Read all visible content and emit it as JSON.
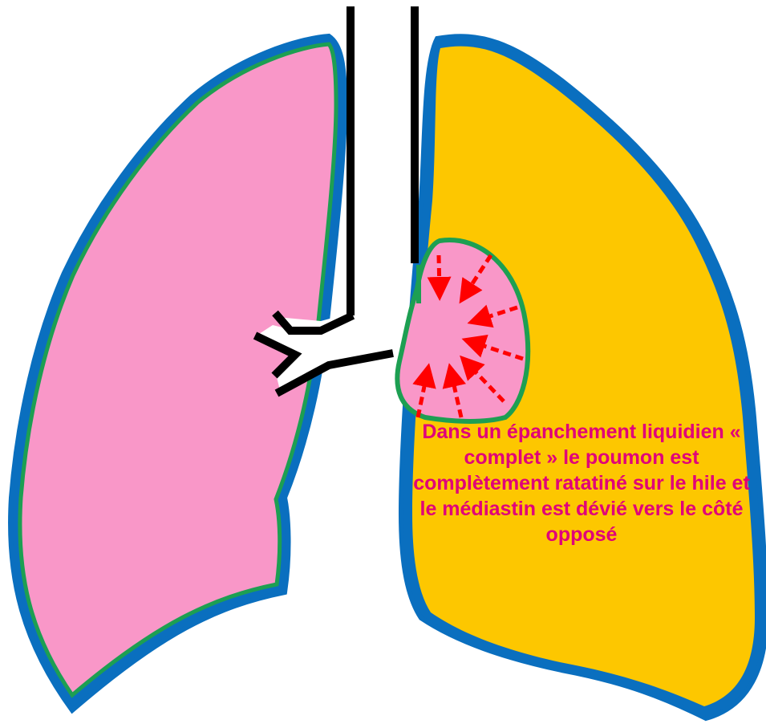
{
  "colors": {
    "pleura_outer": "#0a6fbf",
    "pleura_inner": "#1d9f52",
    "lung_tissue": "#f997c8",
    "effusion": "#fdc700",
    "arrow": "#ff0000",
    "airway": "#000000",
    "caption": "#e0007a"
  },
  "icons": {
    "right_lung": "normal-lung-shape",
    "left_lung_effusion": "pleural-effusion-shape",
    "collapsed_lung": "collapsed-lung-shape",
    "trachea": "trachea-icon",
    "arrows": "dashed-arrow-icon"
  },
  "caption": {
    "text": "Dans un épanchement liquidien « complet » le poumon est complètement ratatiné sur le hile et le médiastin est dévié vers le côté opposé"
  }
}
